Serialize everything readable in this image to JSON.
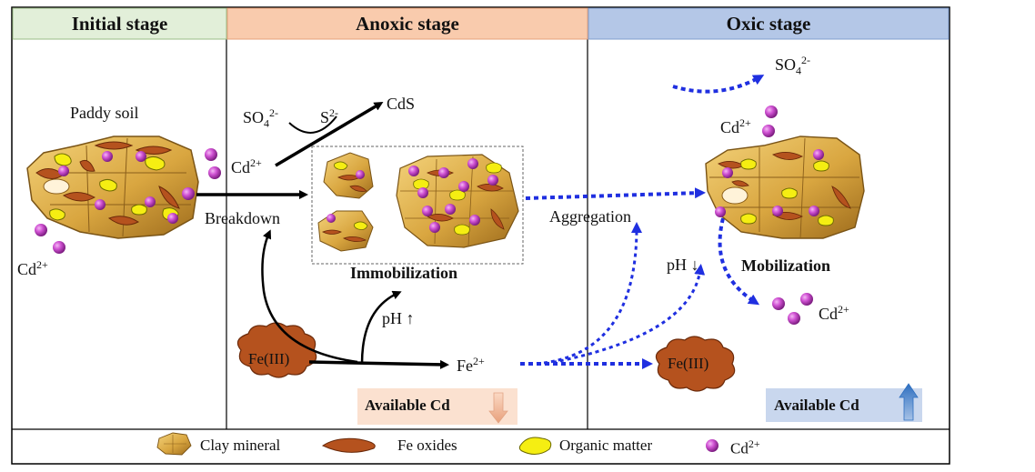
{
  "stages": {
    "initial": "Initial stage",
    "anoxic": "Anoxic stage",
    "oxic": "Oxic stage"
  },
  "initial": {
    "paddy_soil": "Paddy soil",
    "cd": "Cd",
    "cd_charge": "2+"
  },
  "anoxic": {
    "so4": "SO",
    "so4_sub": "4",
    "so4_sup": "2-",
    "s": "S",
    "s_sup": "2-",
    "cds": "CdS",
    "cd": "Cd",
    "cd_sup": "2+",
    "breakdown": "Breakdown",
    "immobilization": "Immobilization",
    "ph": "pH",
    "ph_arrow": "↑",
    "fe3": "Fe(III)",
    "fe2": "Fe",
    "fe2_sup": "2+",
    "available": "Available Cd",
    "available_trend": "decrease"
  },
  "oxic": {
    "so4": "SO",
    "so4_sub": "4",
    "so4_sup": "2-",
    "cd_top": "Cd",
    "cd_top_sup": "2+",
    "aggregation": "Aggregation",
    "ph": "pH",
    "ph_arrow": "↓",
    "mobilization": "Mobilization",
    "cd_bottom": "Cd",
    "cd_bottom_sup": "2+",
    "fe3": "Fe(III)",
    "available": "Available Cd",
    "available_trend": "increase"
  },
  "legend": {
    "clay": "Clay mineral",
    "fe_oxides": "Fe oxides",
    "organic": "Organic matter",
    "cd": "Cd",
    "cd_sup": "2+"
  },
  "colors": {
    "initial_header": "#e2efd9",
    "anoxic_header": "#f9cbad",
    "oxic_header": "#b4c7e7",
    "clay": "#d9a640",
    "fe_oxide": "#b5521e",
    "organic": "#f5ee12",
    "cd_particle": "#c23fc4",
    "oxic_arrow": "#1f2fe0",
    "anoxic_badge": "#fbe1d0",
    "oxic_badge": "#c9d7ee"
  }
}
